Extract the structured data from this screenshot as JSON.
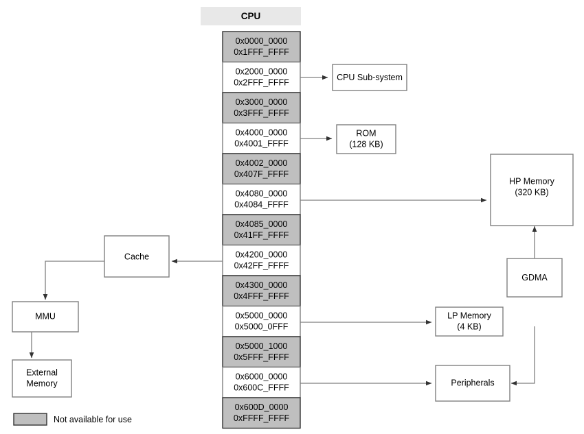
{
  "diagram": {
    "title": "CPU",
    "legend": {
      "swatch_color": "#bfbfbf",
      "label": "Not available for use"
    },
    "colors": {
      "unavailable_fill": "#bfbfbf",
      "available_fill": "#ffffff",
      "header_fill": "#e8e8e8",
      "box_stroke": "#7f7f7f",
      "line": "#7f7f7f"
    },
    "memory_map": [
      {
        "start": "0x0000_0000",
        "end": "0x1FFF_FFFF",
        "available": false
      },
      {
        "start": "0x2000_0000",
        "end": "0x2FFF_FFFF",
        "available": true
      },
      {
        "start": "0x3000_0000",
        "end": "0x3FFF_FFFF",
        "available": false
      },
      {
        "start": "0x4000_0000",
        "end": "0x4001_FFFF",
        "available": true
      },
      {
        "start": "0x4002_0000",
        "end": "0x407F_FFFF",
        "available": false
      },
      {
        "start": "0x4080_0000",
        "end": "0x4084_FFFF",
        "available": true
      },
      {
        "start": "0x4085_0000",
        "end": "0x41FF_FFFF",
        "available": false
      },
      {
        "start": "0x4200_0000",
        "end": "0x42FF_FFFF",
        "available": true
      },
      {
        "start": "0x4300_0000",
        "end": "0x4FFF_FFFF",
        "available": false
      },
      {
        "start": "0x5000_0000",
        "end": "0x5000_0FFF",
        "available": true
      },
      {
        "start": "0x5000_1000",
        "end": "0x5FFF_FFFF",
        "available": false
      },
      {
        "start": "0x6000_0000",
        "end": "0x600C_FFFF",
        "available": true
      },
      {
        "start": "0x600D_0000",
        "end": "0xFFFF_FFFF",
        "available": false
      }
    ],
    "blocks": {
      "cpu_subsystem": {
        "line1": "CPU Sub-system",
        "line2": ""
      },
      "rom": {
        "line1": "ROM",
        "line2": "(128 KB)"
      },
      "hp_memory": {
        "line1": "HP Memory",
        "line2": "(320 KB)"
      },
      "lp_memory": {
        "line1": "LP Memory",
        "line2": "(4 KB)"
      },
      "peripherals": {
        "line1": "Peripherals",
        "line2": ""
      },
      "gdma": {
        "line1": "GDMA",
        "line2": ""
      },
      "cache": {
        "line1": "Cache",
        "line2": ""
      },
      "mmu": {
        "line1": "MMU",
        "line2": ""
      },
      "external_memory": {
        "line1": "External",
        "line2": "Memory"
      }
    }
  }
}
